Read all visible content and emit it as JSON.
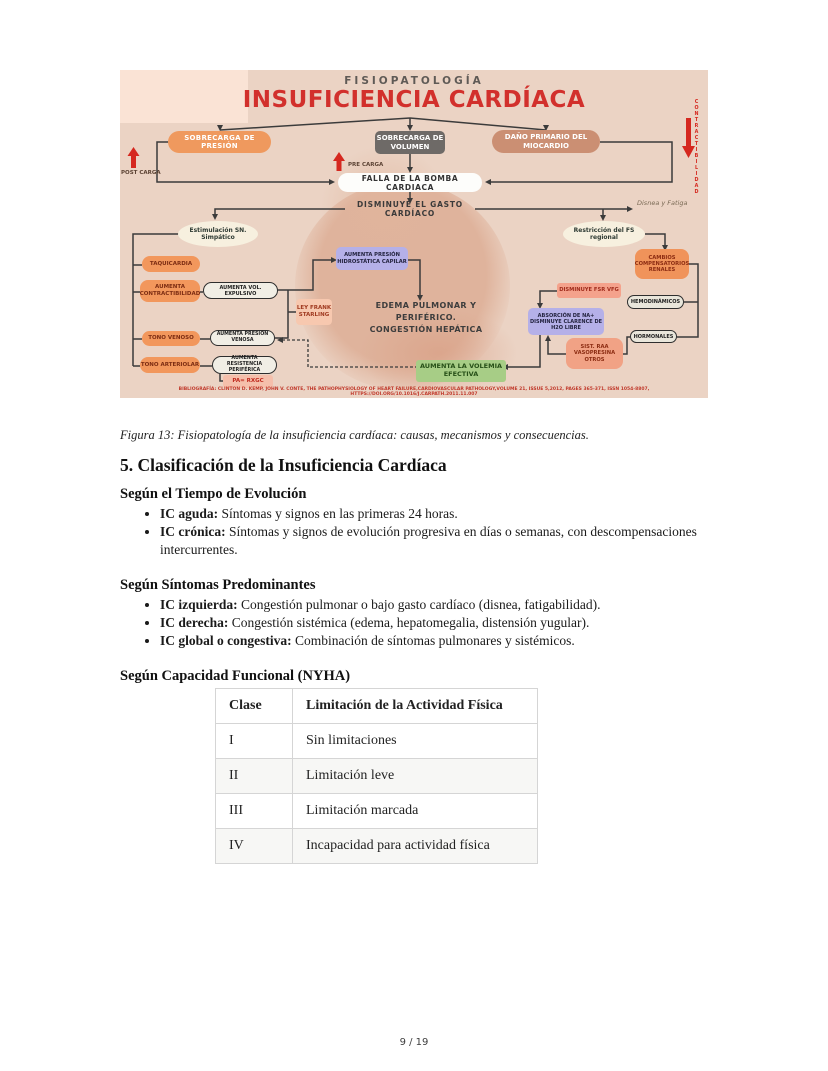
{
  "figure": {
    "kicker": "FISIOPATOLOGÍA",
    "title": "INSUFICIENCIA CARDÍACA",
    "nodes": {
      "sobrecarga_presion": "SOBRECARGA DE PRESIÓN",
      "sobrecarga_volumen": "SOBRECARGA DE VOLUMEN",
      "dano_primario": "DAÑO PRIMARIO DEL MIOCARDIO",
      "falla_bomba": "FALLA DE LA BOMBA CARDIACA",
      "disminuye_gasto": "DISMINUYE EL GASTO CARDÍACO",
      "estimulacion_sn": "Estimulación SN. Simpático",
      "restriccion_fs": "Restricción del FS regional",
      "taquicardia": "TAQUICARDIA",
      "aumenta_contractibilidad": "AUMENTA CONTRACTIBILIDAD",
      "aumenta_vol_expulsivo": "AUMENTA VOL. EXPULSIVO",
      "tono_venoso": "TONO VENOSO",
      "aumenta_presion_venosa": "AUMENTA PRESIÓN VENOSA",
      "tono_arteriolar": "TONO ARTERIOLAR",
      "aumenta_resistencia": "AUMENTA RESISTENCIA PERIFÉRICA",
      "pa_rxgc": "PA= RXGC",
      "ley_frank_starling": "LEY FRANK STARLING",
      "presion_hidrostatica": "AUMENTA PRESIÓN HIDROSTÁTICA CAPILAR",
      "edema_line1": "EDEMA PULMONAR Y PERIFÉRICO.",
      "edema_line2": "CONGESTIÓN HEPÁTICA",
      "aumenta_volemia": "AUMENTA LA VOLEMIA EFECTIVA",
      "cambios_renales": "CAMBIOS COMPENSATORIOS RENALES",
      "disminuye_fsr": "DISMINUYE FSR VFG",
      "hemodinamicos": "HEMODINÁMICOS",
      "absorcion_na": "ABSORCIÓN DE NA+ DISMINUYE CLARENCE DE H2O LIBRE",
      "hormonales": "HORMONALES",
      "sist_raa": "SIST. RAA VASOPRESINA OTROS"
    },
    "labels": {
      "post_carga": "POST CARGA",
      "pre_carga": "PRE CARGA",
      "disnea_fatiga": "Disnea y Fatiga",
      "contractibilidad": "CONTRACTIBILIDAD"
    },
    "bibliography": "BIBLIOGRAFÍA: CLINTON D. KEMP, JOHN V. CONTE, THE PATHOPHYSIOLOGY OF HEART FAILURE,CARDIOVASCULAR PATHOLOGY,VOLUME 21, ISSUE 5,2012, PAGES 365-371, ISSN 1054-8807, HTTPS://DOI.ORG/10.1016/J.CARPATH.2011.11.007",
    "caption": "Figura 13: Fisiopatología de la insuficiencia cardíaca: causas, mecanismos y consecuencias.",
    "colors": {
      "background": "#ebd3c4",
      "title_red": "#d2302c",
      "arrow_red": "#d5281f",
      "line_dark": "#3b3b3b",
      "orange": "#f2975c",
      "lavender": "#b5b0e8",
      "green": "#a7cd86"
    }
  },
  "section": {
    "heading": "5. Clasificación de la Insuficiencia Cardíaca"
  },
  "sections": [
    {
      "title": "Según el Tiempo de Evolución",
      "items": [
        {
          "lead": "IC aguda:",
          "text": " Síntomas y signos en las primeras 24 horas."
        },
        {
          "lead": "IC crónica:",
          "text": " Síntomas y signos de evolución progresiva en días o semanas, con descompensaciones intercurrentes."
        }
      ]
    },
    {
      "title": "Según Síntomas Predominantes",
      "items": [
        {
          "lead": "IC izquierda:",
          "text": " Congestión pulmonar o bajo gasto cardíaco (disnea, fatigabilidad)."
        },
        {
          "lead": "IC derecha:",
          "text": " Congestión sistémica (edema, hepatomegalia, distensión yugular)."
        },
        {
          "lead": "IC global o congestiva:",
          "text": " Combinación de síntomas pulmonares y sistémicos."
        }
      ]
    },
    {
      "title": "Según Capacidad Funcional (NYHA)",
      "table": {
        "headers": [
          "Clase",
          "Limitación de la Actividad Física"
        ],
        "rows": [
          [
            "I",
            "Sin limitaciones"
          ],
          [
            "II",
            "Limitación leve"
          ],
          [
            "III",
            "Limitación marcada"
          ],
          [
            "IV",
            "Incapacidad para actividad física"
          ]
        ]
      }
    }
  ],
  "footer": {
    "page_number": "9 / 19"
  }
}
